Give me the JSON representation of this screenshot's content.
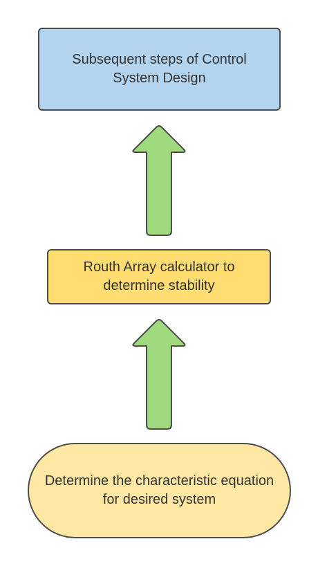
{
  "colors": {
    "top_box_fill": "#b3d4ef",
    "middle_box_fill": "#ffdd71",
    "bottom_box_fill": "#ffe8a3",
    "arrow_fill": "#9fdb7e",
    "outline": "#4d4d4d",
    "text": "#333333"
  },
  "nodes": {
    "top": {
      "line1": "Subsequent steps of Control",
      "line2": "System Design"
    },
    "middle": {
      "line1": "Routh Array calculator to",
      "line2": "determine stability"
    },
    "bottom": {
      "line1": "Determine the characteristic equation",
      "line2": "for desired system"
    }
  },
  "arrows": {
    "upper": "arrow-up-icon",
    "lower": "arrow-up-icon"
  }
}
